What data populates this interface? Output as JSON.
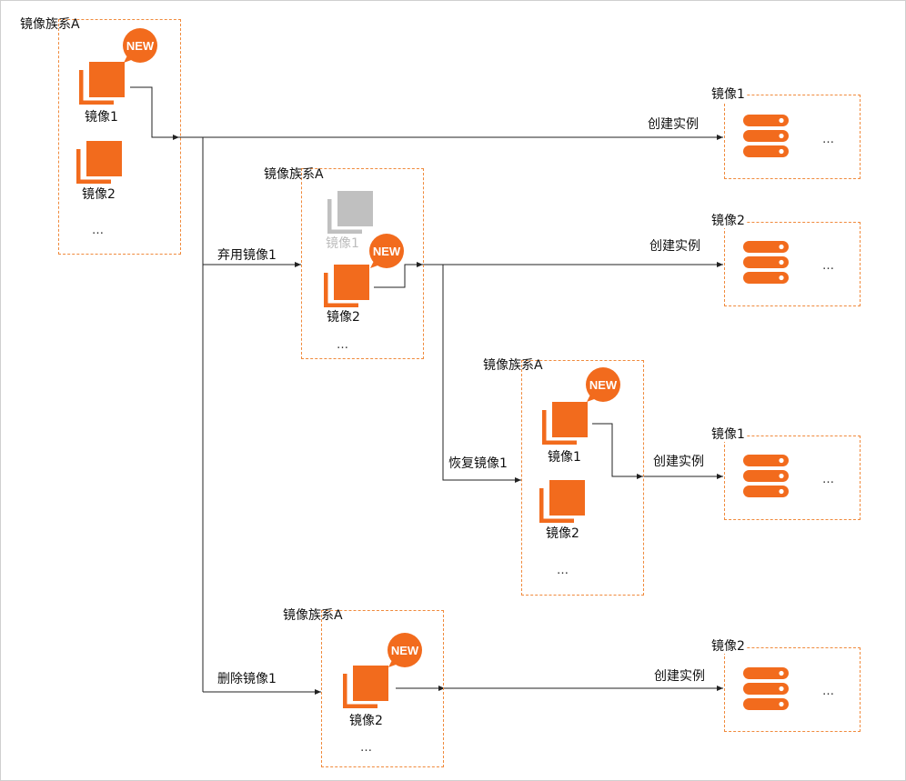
{
  "colors": {
    "accent": "#f26b1d",
    "disabled": "#bdbdbd",
    "border": "#f08a3c",
    "line": "#222222"
  },
  "icons": {
    "image": "stacked-image-icon",
    "badge": "new-badge-icon",
    "server": "server-stack-icon"
  },
  "families": [
    {
      "title": "镜像族系A",
      "images": [
        "镜像1",
        "镜像2"
      ],
      "ellipsis": "…",
      "badge": "NEW"
    },
    {
      "title": "镜像族系A",
      "images": [
        "镜像1",
        "镜像2"
      ],
      "ellipsis": "…",
      "badge": "NEW"
    },
    {
      "title": "镜像族系A",
      "images": [
        "镜像1",
        "镜像2"
      ],
      "ellipsis": "…",
      "badge": "NEW"
    },
    {
      "title": "镜像族系A",
      "images": [
        "镜像2"
      ],
      "ellipsis": "…",
      "badge": "NEW"
    }
  ],
  "instances": [
    {
      "title": "镜像1",
      "ellipsis": "…"
    },
    {
      "title": "镜像2",
      "ellipsis": "…"
    },
    {
      "title": "镜像1",
      "ellipsis": "…"
    },
    {
      "title": "镜像2",
      "ellipsis": "…"
    }
  ],
  "edges": {
    "create_instance": "创建实例",
    "deprecate": "弃用镜像1",
    "restore": "恢复镜像1",
    "delete": "删除镜像1"
  }
}
